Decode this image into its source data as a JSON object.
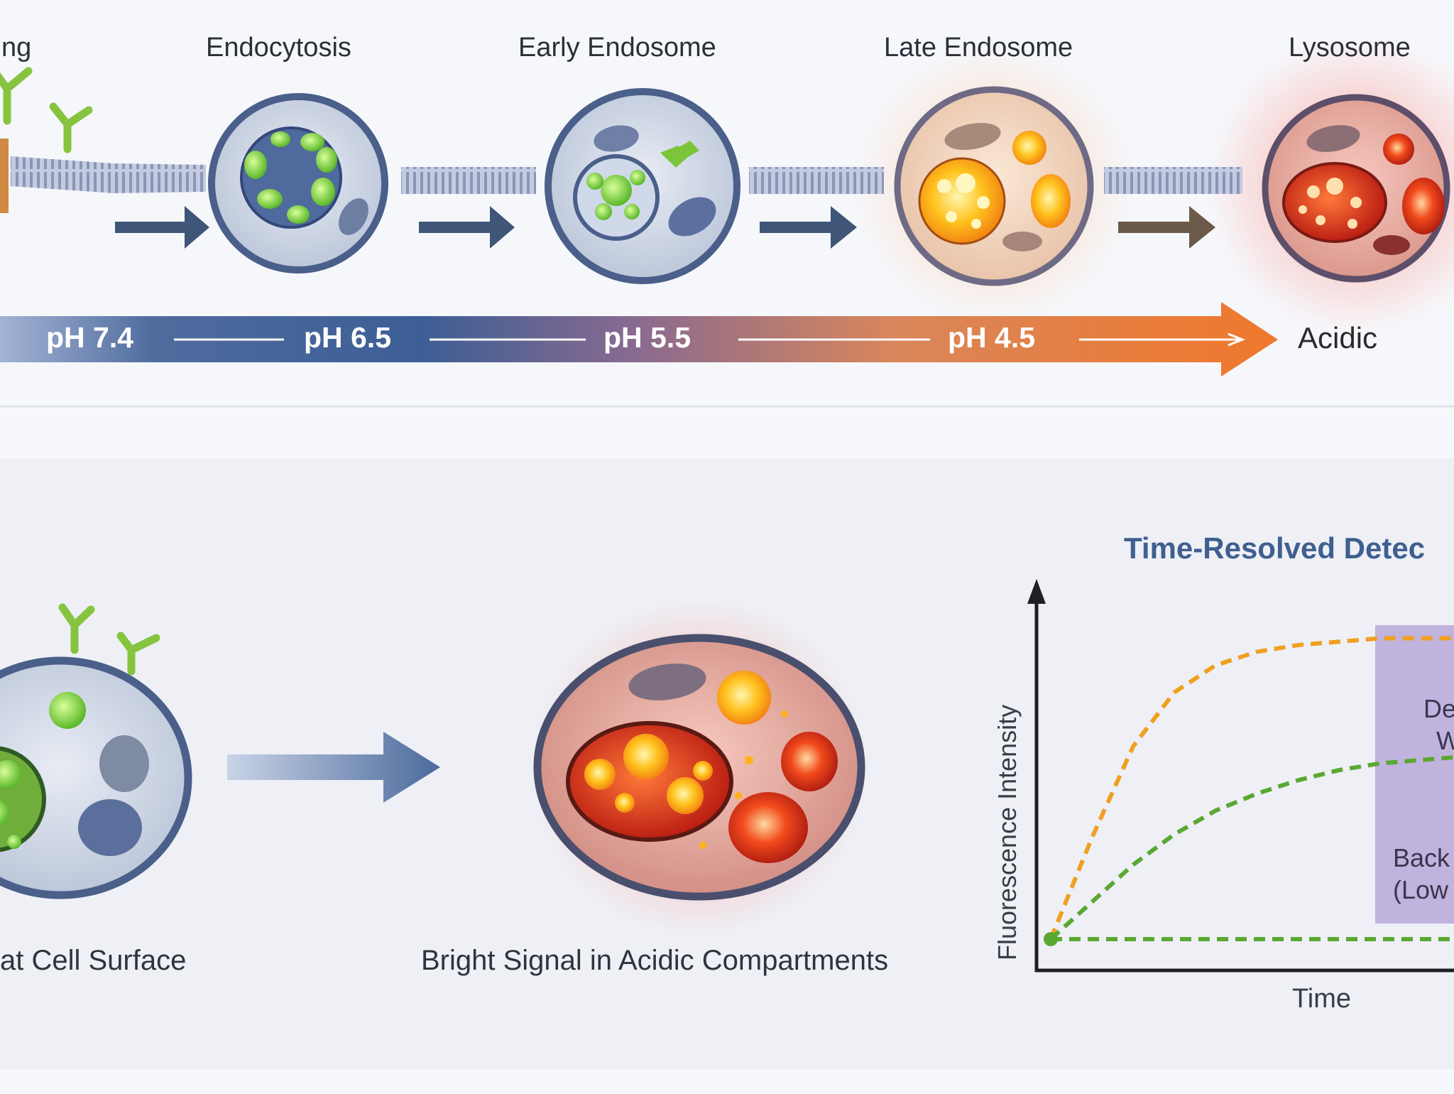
{
  "stages": [
    {
      "name": "cell-surface",
      "label": "ng"
    },
    {
      "name": "endocytosis",
      "label": "Endocytosis"
    },
    {
      "name": "early-endosome",
      "label": "Early Endosome"
    },
    {
      "name": "late-endosome",
      "label": "Late Endosome"
    },
    {
      "name": "lysosome",
      "label": "Lysosome"
    }
  ],
  "ph_gradient": {
    "labels": [
      "pH 7.4",
      "pH 6.5",
      "pH 5.5",
      "pH 4.5"
    ],
    "end_label": "Acidic",
    "colors": [
      "#7d95c2",
      "#3d5e95",
      "#8a6b8f",
      "#e08a4f",
      "#f07a2e"
    ]
  },
  "comparison": {
    "left_caption": "at Cell Surface",
    "right_caption": "Bright Signal in Acidic Compartments"
  },
  "chart_data": {
    "type": "line",
    "title": "Time-Resolved Detec",
    "xlabel": "Time",
    "ylabel": "Fluorescence Intensity",
    "window_label_lines": [
      "De",
      "W"
    ],
    "background_label_lines": [
      "Back",
      "(Low"
    ],
    "xlim": [
      0,
      1
    ],
    "ylim": [
      0,
      1
    ],
    "series": [
      {
        "color": "#f0a020",
        "x": [
          0,
          0.1,
          0.2,
          0.3,
          0.4,
          0.5,
          0.6,
          0.7,
          0.8,
          0.9,
          1.0
        ],
        "y": [
          0.05,
          0.35,
          0.62,
          0.78,
          0.86,
          0.9,
          0.92,
          0.93,
          0.94,
          0.94,
          0.94
        ]
      },
      {
        "color": "#5aa832",
        "x": [
          0,
          0.1,
          0.2,
          0.3,
          0.4,
          0.5,
          0.6,
          0.7,
          0.8,
          0.9,
          1.0
        ],
        "y": [
          0.05,
          0.16,
          0.27,
          0.36,
          0.43,
          0.48,
          0.52,
          0.55,
          0.57,
          0.58,
          0.59
        ]
      },
      {
        "color": "#5aa832",
        "x": [
          0,
          1.0
        ],
        "y": [
          0.05,
          0.05
        ]
      }
    ],
    "detection_window_x": [
      0.8,
      1.0
    ]
  },
  "colors": {
    "arrow_dark": "#3f5678",
    "membrane": "#8d98b6",
    "cell_rim": "#4a5f8a",
    "green_fluor": "#7bd23c",
    "orange_fluor": "#ffb21a",
    "red_fluor": "#e8341a",
    "window_fill": "#b7a8d8"
  }
}
